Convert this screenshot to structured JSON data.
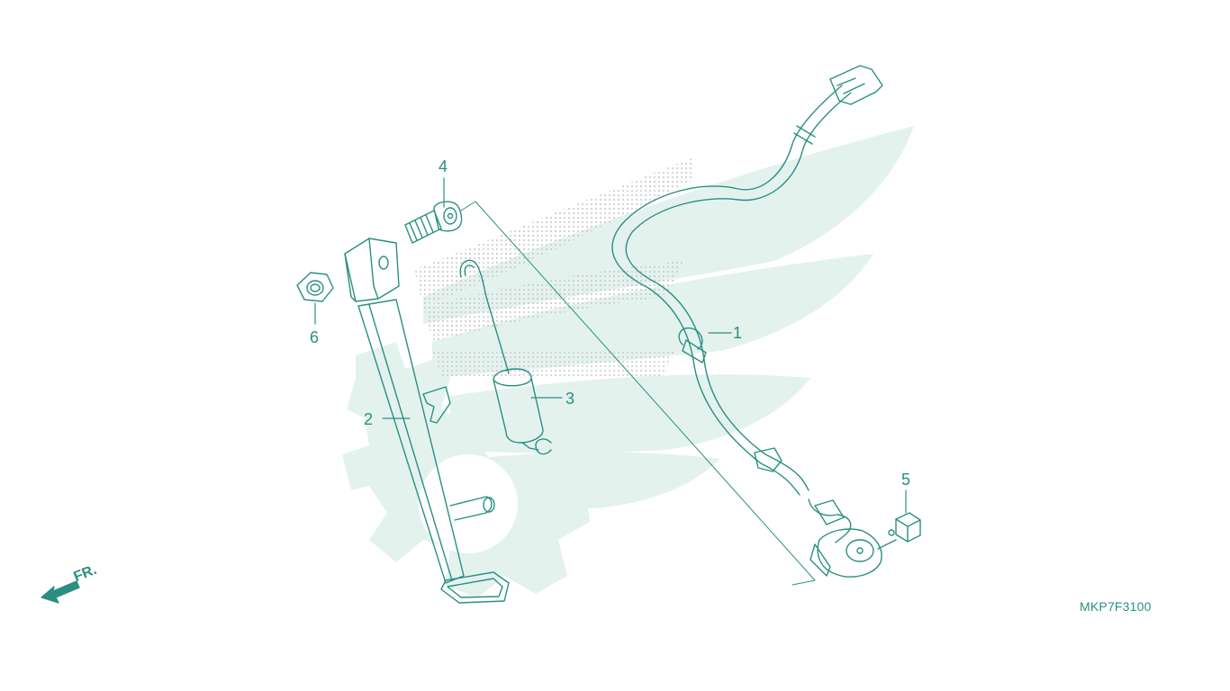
{
  "diagram": {
    "callouts": [
      {
        "id": "1",
        "label": "1"
      },
      {
        "id": "2",
        "label": "2"
      },
      {
        "id": "3",
        "label": "3"
      },
      {
        "id": "4",
        "label": "4"
      },
      {
        "id": "5",
        "label": "5"
      },
      {
        "id": "6",
        "label": "6"
      }
    ],
    "diagram_code": "MKP7F3100",
    "front_indicator": "FR.",
    "colors": {
      "line": "#2a8f82",
      "watermark": "#e3f1ed",
      "dots": "#c9c9c9"
    }
  }
}
